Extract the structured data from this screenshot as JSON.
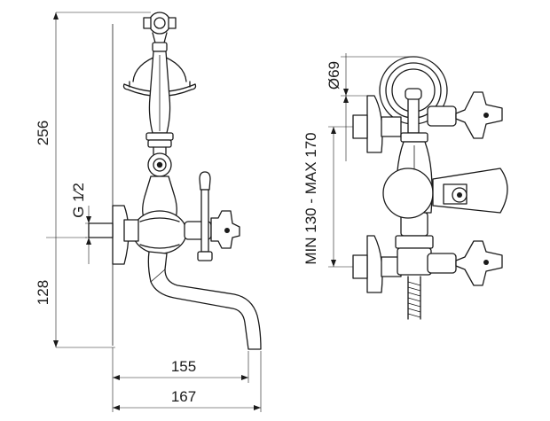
{
  "dimensions": {
    "total_height": "256",
    "inlet_thread": "G 1⁄2",
    "spout_height": "128",
    "spout_reach_inner": "155",
    "spout_reach_outer": "167",
    "rose_diameter": "Ø69",
    "centers_range": "MIN 130 - MAX 170"
  },
  "colors": {
    "line": "#1a1a1a",
    "background": "#ffffff"
  }
}
